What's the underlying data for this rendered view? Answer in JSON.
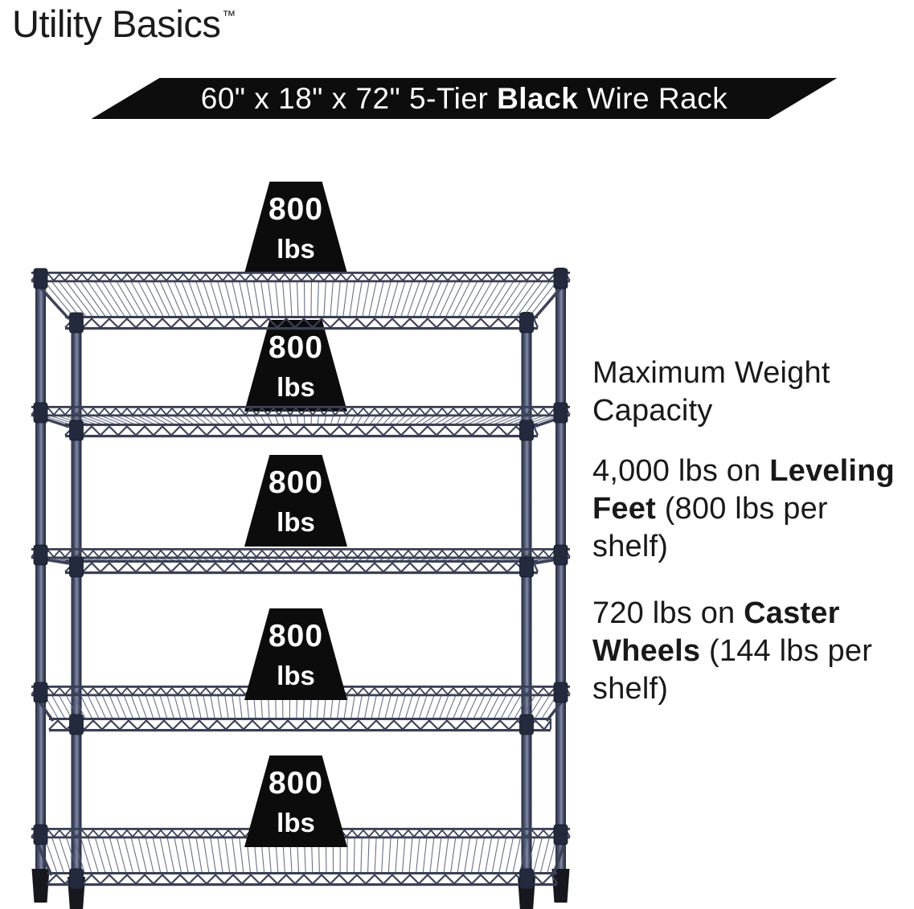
{
  "brand": {
    "name": "Utility Basics",
    "trademark": "™"
  },
  "banner": {
    "prefix": "60\" x 18\" x 72\" 5-Tier ",
    "highlight": "Black",
    "suffix": " Wire Rack",
    "background": "#0d0d0d",
    "text_color": "#ffffff"
  },
  "badges": [
    {
      "value": "800",
      "unit": "lbs"
    },
    {
      "value": "800",
      "unit": "lbs"
    },
    {
      "value": "800",
      "unit": "lbs"
    },
    {
      "value": "800",
      "unit": "lbs"
    },
    {
      "value": "800",
      "unit": "lbs"
    }
  ],
  "badge_color": "#0c0c0c",
  "specs": {
    "blocks": [
      {
        "lines": [
          [
            {
              "t": "Maximum Weight",
              "b": false
            }
          ],
          [
            {
              "t": "Capacity",
              "b": false
            }
          ]
        ]
      },
      {
        "lines": [
          [
            {
              "t": "4,000 lbs on ",
              "b": false
            },
            {
              "t": "Leveling",
              "b": true
            }
          ],
          [
            {
              "t": "Feet",
              "b": true
            },
            {
              "t": " (800 lbs per",
              "b": false
            }
          ],
          [
            {
              "t": "shelf)",
              "b": false
            }
          ]
        ]
      },
      {
        "lines": [
          [
            {
              "t": "720 lbs on ",
              "b": false
            },
            {
              "t": "Caster",
              "b": true
            }
          ],
          [
            {
              "t": "Wheels",
              "b": true
            },
            {
              "t": " (144 lbs per",
              "b": false
            }
          ],
          [
            {
              "t": "shelf)",
              "b": false
            }
          ]
        ]
      }
    ]
  },
  "rack": {
    "tier_count": 5,
    "frame_color": "#3c4257",
    "rail_color": "#3a4055",
    "mesh_color": "#5a6279",
    "collar_color": "#242a3e",
    "foot_color": "#17181d",
    "post_dark": "#272c3d",
    "post_mid": "#525a76",
    "post_light": "#838ba6"
  }
}
